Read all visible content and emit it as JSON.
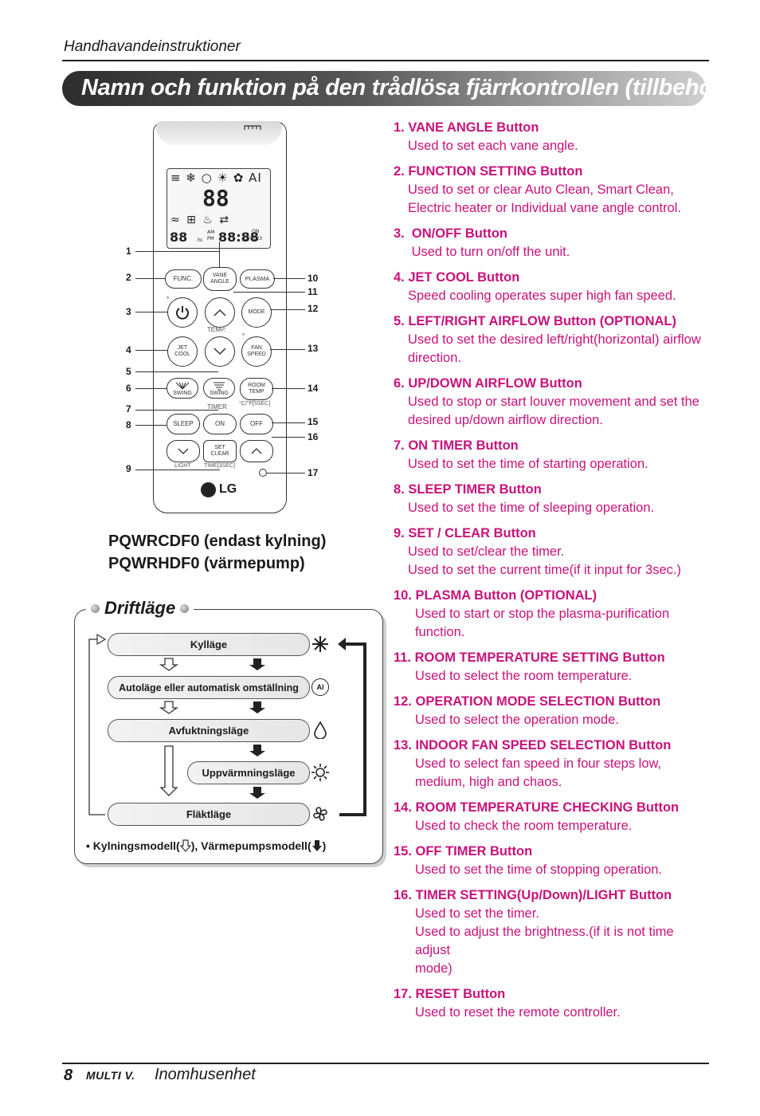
{
  "header": {
    "section": "Handhavandeinstruktioner"
  },
  "title": "Namn och funktion på den trådlösa fjärrkontrollen (tillbehör)",
  "remote": {
    "lcd": {
      "row1_icons": "≡ ❄ ○ ☀ ✿ AI",
      "row2_digits": "88",
      "row3_icons": "≈ ⊞ ♨ ⇄",
      "row4_am": "AM",
      "row4_pm": "PM",
      "row4_digits_left": "88",
      "row4_hr": "hr.",
      "row4_digits_right": "88:88",
      "row4_on": "ON",
      "row4_off": "OFF123"
    },
    "buttons": {
      "func": "FUNC.",
      "vane_angle_1": "VANE",
      "vane_angle_2": "ANGLE",
      "plasma": "PLASMA",
      "mode": "MODE",
      "temp_label": "TEMP.",
      "jet_cool_1": "JET",
      "jet_cool_2": "COOL",
      "fan_speed_1": "FAN",
      "fan_speed_2": "SPEED",
      "swing_lr": "SWING",
      "swing_ud": "SWING",
      "room_temp_1": "ROOM",
      "room_temp_2": "TEMP",
      "room_temp_sub": "°C/°F[5SEC]",
      "timer_label": "TIMER",
      "sleep": "SLEEP",
      "on": "ON",
      "off": "OFF",
      "set_clear_1": "SET",
      "set_clear_2": "CLEAR",
      "light": "LIGHT",
      "time_3sec": "TIME[3SEC]",
      "logo": "LG"
    },
    "callouts_left": [
      "1",
      "2",
      "3",
      "4",
      "5",
      "6",
      "7",
      "8",
      "9"
    ],
    "callouts_right": [
      "10",
      "11",
      "12",
      "13",
      "14",
      "15",
      "16",
      "17"
    ]
  },
  "models": {
    "line1": "PQWRCDF0 (endast kylning)",
    "line2": "PQWRHDF0 (värmepump)"
  },
  "operation_mode": {
    "title": "Driftläge",
    "modes": [
      "Kylläge",
      "Autoläge eller automatisk omställning",
      "Avfuktningsläge",
      "Uppvärmningsläge",
      "Fläktläge"
    ],
    "ai_icon": "AI",
    "footnote_prefix": "• Kylningsmodell(",
    "footnote_mid": "), Värmepumpsmodell(",
    "footnote_suffix": ")"
  },
  "items": [
    {
      "title": "1. VANE ANGLE Button",
      "lines": [
        "Used to set each vane angle."
      ]
    },
    {
      "title": "2. FUNCTION SETTING Button",
      "lines": [
        "Used to set or clear Auto Clean, Smart Clean,",
        "Electric heater or Individual vane angle control."
      ]
    },
    {
      "title": "3.  ON/OFF Button",
      "lines": [
        " Used to turn on/off the unit."
      ]
    },
    {
      "title": "4. JET COOL Button",
      "lines": [
        "Speed cooling operates super high fan speed."
      ]
    },
    {
      "title": "5. LEFT/RIGHT AIRFLOW Button (OPTIONAL)",
      "lines": [
        "Used to set the desired left/right(horizontal) airflow",
        "direction."
      ]
    },
    {
      "title": "6. UP/DOWN AIRFLOW Button",
      "lines": [
        "Used to stop or start louver movement and set the",
        "desired up/down airflow direction."
      ]
    },
    {
      "title": "7. ON TIMER Button",
      "lines": [
        "Used to set the time of starting operation."
      ]
    },
    {
      "title": "8. SLEEP TIMER Button",
      "lines": [
        "Used to set the time of sleeping operation."
      ]
    },
    {
      "title": "9. SET / CLEAR Button",
      "lines": [
        "Used to set/clear the timer.",
        "Used to set the current time(if it input for 3sec.)"
      ]
    },
    {
      "title": "10. PLASMA Button (OPTIONAL)",
      "lines": [
        "Used to start or stop the plasma-purification",
        "function."
      ]
    },
    {
      "title": "11. ROOM TEMPERATURE SETTING Button",
      "lines": [
        "Used to select the room temperature."
      ]
    },
    {
      "title": "12. OPERATION MODE SELECTION Button",
      "lines": [
        "Used to select the operation mode."
      ]
    },
    {
      "title": "13. INDOOR FAN SPEED SELECTION Button",
      "lines": [
        "Used to select fan speed in four steps low,",
        "medium, high and chaos."
      ]
    },
    {
      "title": "14. ROOM TEMPERATURE CHECKING Button",
      "lines": [
        "Used to check the room temperature."
      ]
    },
    {
      "title": "15. OFF TIMER Button",
      "lines": [
        "Used to set the time of stopping operation."
      ]
    },
    {
      "title": "16. TIMER SETTING(Up/Down)/LIGHT Button",
      "lines": [
        "Used to set the timer.",
        "Used to adjust the brightness.(if it is not time adjust",
        "mode)"
      ]
    },
    {
      "title": "17. RESET Button",
      "lines": [
        "Used to reset the remote controller."
      ]
    }
  ],
  "footer": {
    "page_number": "8",
    "brand": "MULTI V.",
    "text": "Inomhusenhet"
  }
}
